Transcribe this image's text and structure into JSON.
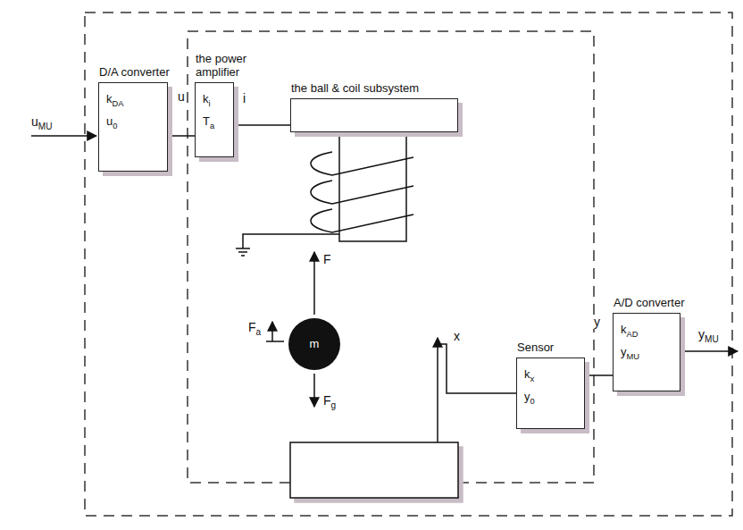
{
  "diagram": {
    "nodes": [
      {
        "text": [
          "D/A converter",
          "kDA",
          "u0"
        ]
      },
      {
        "text": [
          "the power amplifier",
          "ki",
          "Ta"
        ]
      },
      {
        "text": [
          "the ball & coil subsystem"
        ]
      },
      {
        "text": [
          "m"
        ]
      },
      {
        "text": [
          "Sensor",
          "kx",
          "y0"
        ]
      },
      {
        "text": [
          "A/D converter",
          "kAD",
          "yMU"
        ]
      }
    ],
    "edges": [
      {
        "from": 0,
        "to": 1,
        "arrow": "none",
        "label": "u"
      },
      {
        "from": 1,
        "to": 2,
        "arrow": "none",
        "label": "i"
      },
      {
        "from": 4,
        "to": 5,
        "arrow": "none",
        "label": "y"
      }
    ],
    "labels": [
      "uMU",
      "F",
      "Fa",
      "Fg",
      "x",
      "yMU"
    ]
  }
}
